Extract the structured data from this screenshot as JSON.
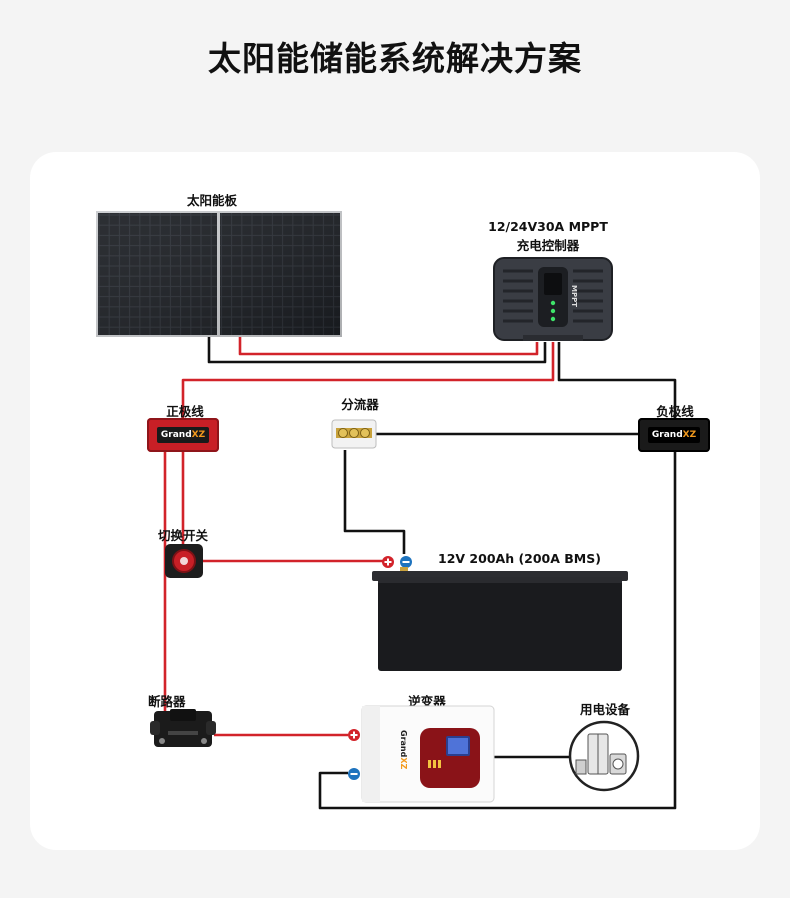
{
  "title": "太阳能储能系统解决方案",
  "labels": {
    "solar_panel": "太阳能板",
    "controller_line1": "12/24V30A MPPT",
    "controller_line2": "充电控制器",
    "positive_wire": "正极线",
    "negative_wire": "负极线",
    "busbar": "分流器",
    "switch": "切换开关",
    "battery": "12V 200Ah (200A BMS)",
    "breaker": "断路器",
    "inverter": "逆变器",
    "appliances": "用电设备"
  },
  "brand": {
    "left": "Grand",
    "right": "XZ"
  },
  "controller_badge": "MPPT",
  "colors": {
    "positive": "#d2232a",
    "negative": "#111111",
    "brand_accent": "#f39a1e",
    "background": "#f4f4f4",
    "card": "#ffffff"
  }
}
